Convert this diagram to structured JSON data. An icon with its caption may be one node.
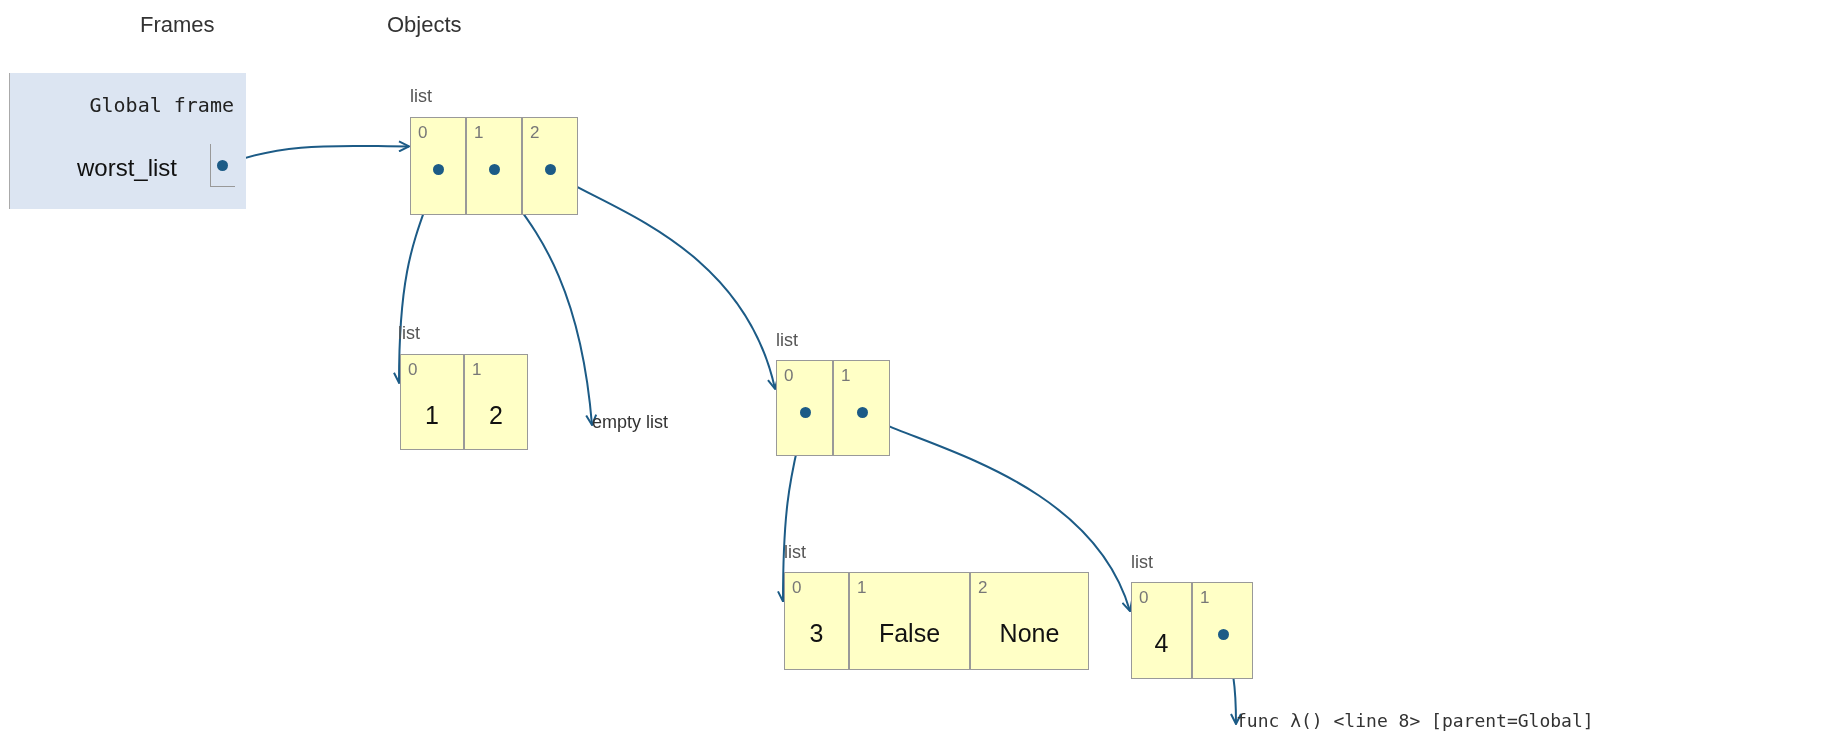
{
  "diagram": {
    "nodes": [
      {
        "text": [
          "Global frame"
        ]
      },
      {
        "text": [
          "worst_list"
        ],
        "in": 0
      },
      {
        "text": [
          "list"
        ]
      },
      {
        "text": [
          "0"
        ],
        "in": 2
      },
      {
        "text": [
          "1"
        ],
        "in": 2
      },
      {
        "text": [
          "2"
        ],
        "in": 2
      },
      {
        "text": [
          "list"
        ]
      },
      {
        "text": [
          "0",
          "1"
        ],
        "in": 6
      },
      {
        "text": [
          "1",
          "2"
        ],
        "in": 6
      },
      {
        "text": [
          "empty list"
        ]
      },
      {
        "text": [
          "list"
        ]
      },
      {
        "text": [
          "0"
        ],
        "in": 10
      },
      {
        "text": [
          "1"
        ],
        "in": 10
      },
      {
        "text": [
          "list"
        ]
      },
      {
        "text": [
          "0",
          "3"
        ],
        "in": 13
      },
      {
        "text": [
          "1",
          "False"
        ],
        "in": 13
      },
      {
        "text": [
          "2",
          "None"
        ],
        "in": 13
      },
      {
        "text": [
          "list"
        ]
      },
      {
        "text": [
          "0",
          "4"
        ],
        "in": 17
      },
      {
        "text": [
          "1"
        ],
        "in": 17
      },
      {
        "text": [
          "func λ() <line 8> [parent=Global]"
        ]
      }
    ],
    "edges": [
      {
        "from": 1,
        "to": 2,
        "arrow": "to"
      },
      {
        "from": 3,
        "to": 6,
        "arrow": "to"
      },
      {
        "from": 4,
        "to": 9,
        "arrow": "to"
      },
      {
        "from": 5,
        "to": 10,
        "arrow": "to"
      },
      {
        "from": 11,
        "to": 13,
        "arrow": "to"
      },
      {
        "from": 12,
        "to": 17,
        "arrow": "to"
      },
      {
        "from": 19,
        "to": 20,
        "arrow": "to"
      }
    ],
    "labels": [
      "Frames",
      "Objects"
    ]
  }
}
